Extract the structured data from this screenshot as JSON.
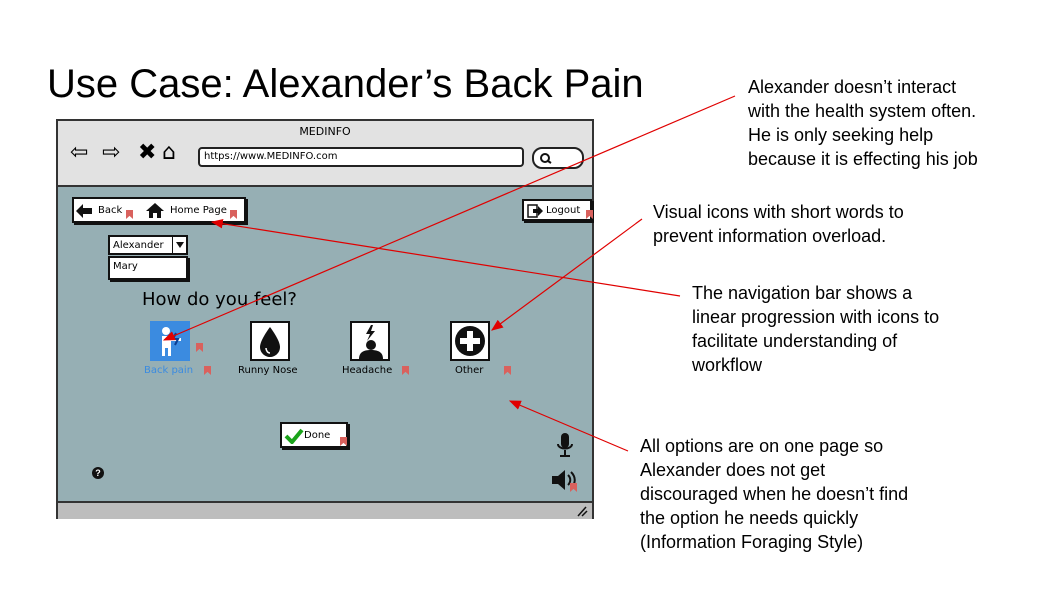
{
  "slide": {
    "title": "Use Case: Alexander’s Back Pain"
  },
  "notes": {
    "note1": [
      "Alexander doesn’t interact",
      "with the health system often.",
      "He is only seeking help",
      "because it is effecting his job"
    ],
    "note2": [
      "Visual icons with short words to",
      "prevent information overload."
    ],
    "note3": [
      "The  navigation bar shows a",
      "linear progression with icons to",
      "facilitate understanding of",
      "workflow"
    ],
    "note4": [
      "All options are on one page so",
      "Alexander does not get",
      "discouraged when he  doesn’t find",
      "the option he needs quickly",
      "(Information Foraging Style)"
    ]
  },
  "mockup": {
    "window_title": "MEDINFO",
    "url": "https://www.MEDINFO.com",
    "nav": {
      "back_label": "Back",
      "home_label": "Home Page"
    },
    "logout_label": "Logout",
    "user_select": {
      "selected": "Alexander",
      "option": "Mary"
    },
    "question": "How do you feel?",
    "options": [
      {
        "label": "Back pain",
        "icon": "back-pain-icon"
      },
      {
        "label": "Runny Nose",
        "icon": "drop-icon"
      },
      {
        "label": "Headache",
        "icon": "headache-icon"
      },
      {
        "label": "Other",
        "icon": "plus-icon"
      }
    ],
    "done_label": "Done",
    "help_icon": "?",
    "colors": {
      "window_bg": "#96afb4",
      "selected": "#3b8be0",
      "annotation": "#e00000",
      "marker": "#d9615d"
    }
  }
}
